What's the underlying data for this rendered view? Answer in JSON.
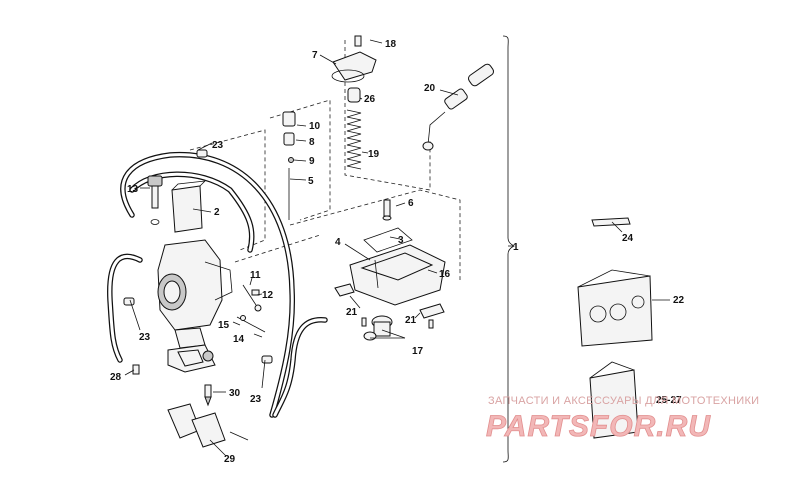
{
  "callouts": {
    "c1": "1",
    "c2": "2",
    "c3": "3",
    "c4": "4",
    "c5": "5",
    "c6": "6",
    "c7": "7",
    "c8": "8",
    "c9": "9",
    "c10": "10",
    "c11": "11",
    "c12": "12",
    "c13": "13",
    "c14": "14",
    "c15": "15",
    "c16": "16",
    "c17": "17",
    "c18": "18",
    "c19": "19",
    "c20": "20",
    "c21a": "21",
    "c21b": "21",
    "c22": "22",
    "c23a": "23",
    "c23b": "23",
    "c23c": "23",
    "c24": "24",
    "c25_27": "25-27",
    "c26": "26",
    "c28": "28",
    "c29": "29",
    "c30": "30"
  },
  "watermark": {
    "line1": "ЗАПЧАСТИ И АКСЕССУАРЫ ДЛЯ МОТОТЕХНИКИ",
    "line2": "PARTSFOR.RU"
  },
  "colors": {
    "line": "#111111",
    "watermark_text": "#e28f8f",
    "background": "#ffffff"
  }
}
